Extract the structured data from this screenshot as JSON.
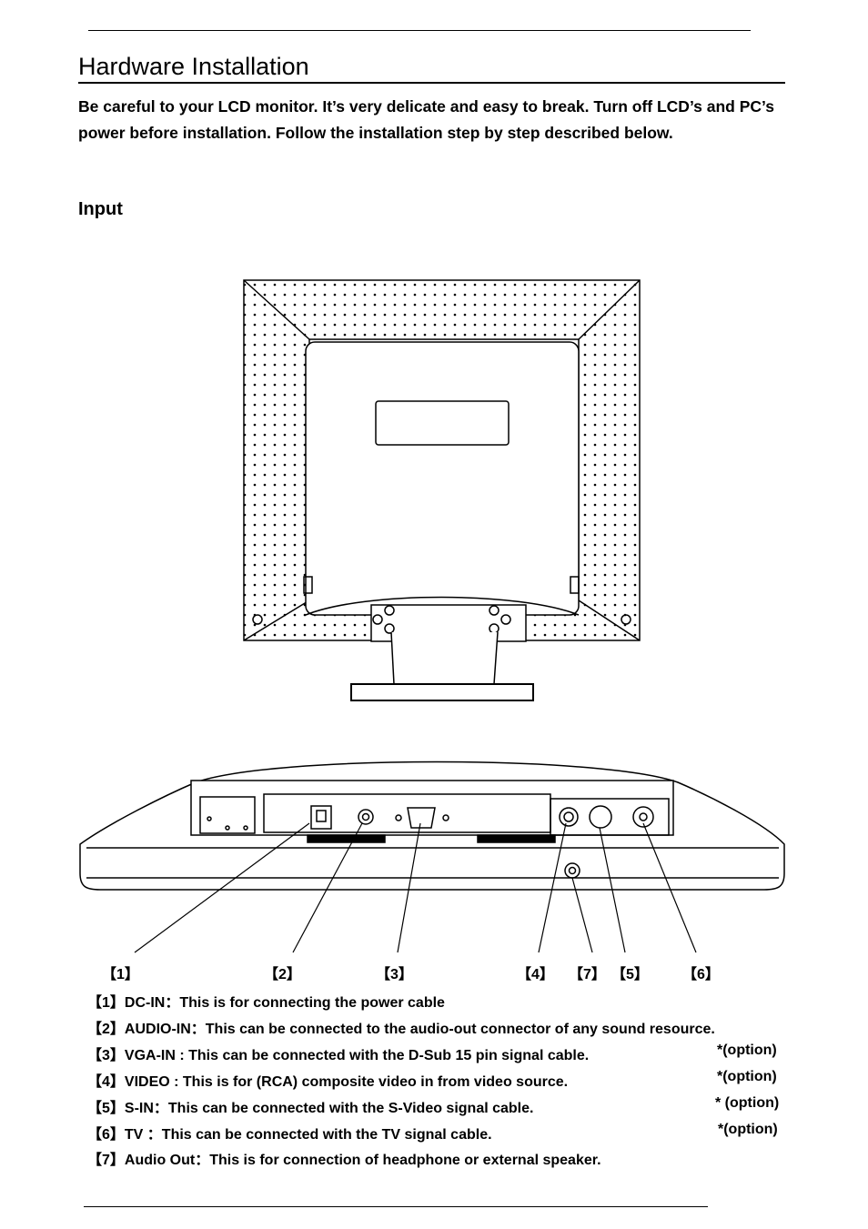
{
  "page": {
    "heading": "Hardware Installation",
    "intro": "Be careful to your LCD monitor. It’s very delicate and easy to break. Turn off LCD’s and PC’s power before installation. Follow the installation step by step described below.",
    "section_title": "Input"
  },
  "callouts": [
    "【1】",
    "【2】",
    "【3】",
    "【4】",
    "【7】",
    "【5】",
    "【6】"
  ],
  "legend": [
    {
      "text": "【1】DC-IN：This is for connecting the power cable",
      "option": ""
    },
    {
      "text": "【2】AUDIO-IN：This can be connected to the audio-out connector of any sound resource.",
      "option": ""
    },
    {
      "text": "【3】VGA-IN : This can be connected with the D-Sub 15 pin signal cable.",
      "option": "*(option)"
    },
    {
      "text": "【4】VIDEO : This is for (RCA) composite video in from video source.",
      "option": "*(option)"
    },
    {
      "text": "【5】S-IN：This can be connected with the S-Video signal cable.",
      "option": "* (option)"
    },
    {
      "text": "【6】TV  ：This can be connected with the TV signal cable.",
      "option": "*(option)"
    },
    {
      "text": "【7】Audio Out：This is for connection of headphone or external speaker.",
      "option": ""
    }
  ]
}
